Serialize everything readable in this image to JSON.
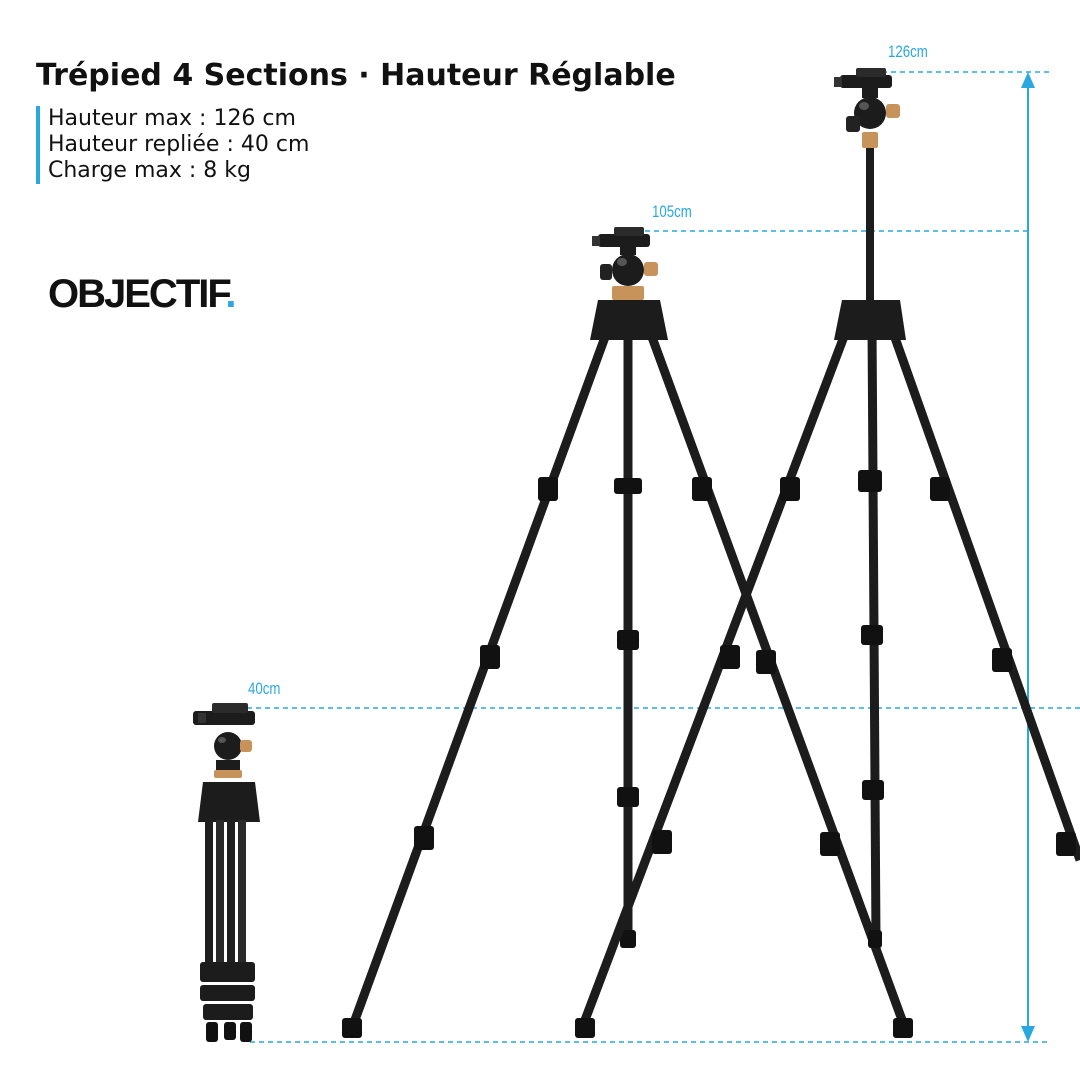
{
  "header": {
    "title": "Trépied 4 Sections · Hauteur Réglable"
  },
  "specs": [
    "Hauteur max : 126 cm",
    "Hauteur repliée : 40 cm",
    "Charge max : 8 kg"
  ],
  "brand": {
    "name": "OBJECTIF",
    "dot": "."
  },
  "dimensions": {
    "folded": "40cm",
    "medium": "105cm",
    "max": "126cm"
  },
  "colors": {
    "accent": "#29a8e0",
    "text": "#111111",
    "tripod": "#1c1c1c",
    "brass": "#c8935a"
  }
}
